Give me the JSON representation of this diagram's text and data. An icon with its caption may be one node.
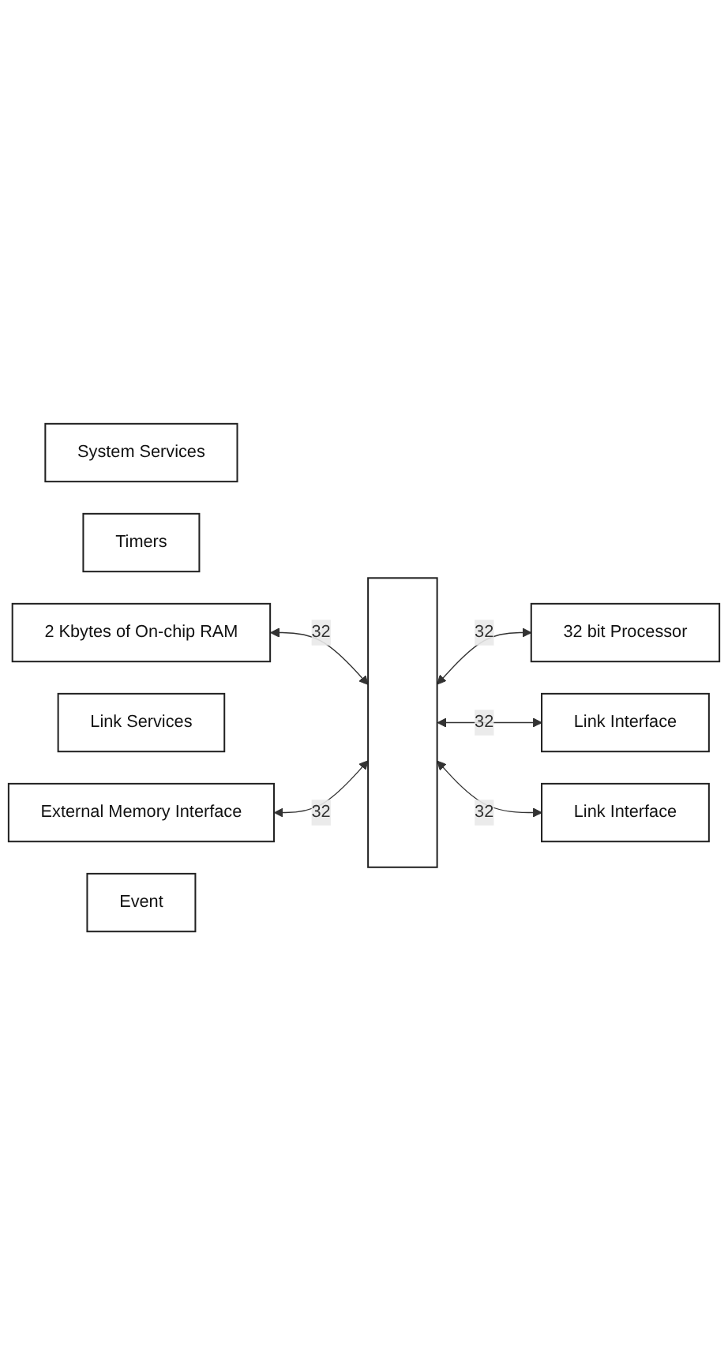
{
  "diagram": {
    "nodes": [
      {
        "text": [
          "System Services"
        ]
      },
      {
        "text": [],
        "shape": "bar"
      },
      {
        "text": [
          "32 bit Processor"
        ]
      },
      {
        "text": [
          "Timers"
        ]
      },
      {
        "text": [
          "2 Kbytes of On-chip RAM"
        ]
      },
      {
        "text": [
          "Link Services"
        ]
      },
      {
        "text": [
          "Link Interface"
        ]
      },
      {
        "text": [
          "Link Interface"
        ]
      },
      {
        "text": [
          "External Memory Interface"
        ]
      },
      {
        "text": [
          "Event"
        ]
      }
    ],
    "edges": [
      {
        "from": 1,
        "to": 2,
        "arrow": "both",
        "label": "32"
      },
      {
        "from": 4,
        "to": 1,
        "arrow": "both",
        "label": "32"
      },
      {
        "from": 1,
        "to": 6,
        "arrow": "both",
        "label": "32"
      },
      {
        "from": 1,
        "to": 7,
        "arrow": "both",
        "label": "32"
      },
      {
        "from": 8,
        "to": 1,
        "arrow": "both",
        "label": "32"
      }
    ]
  }
}
